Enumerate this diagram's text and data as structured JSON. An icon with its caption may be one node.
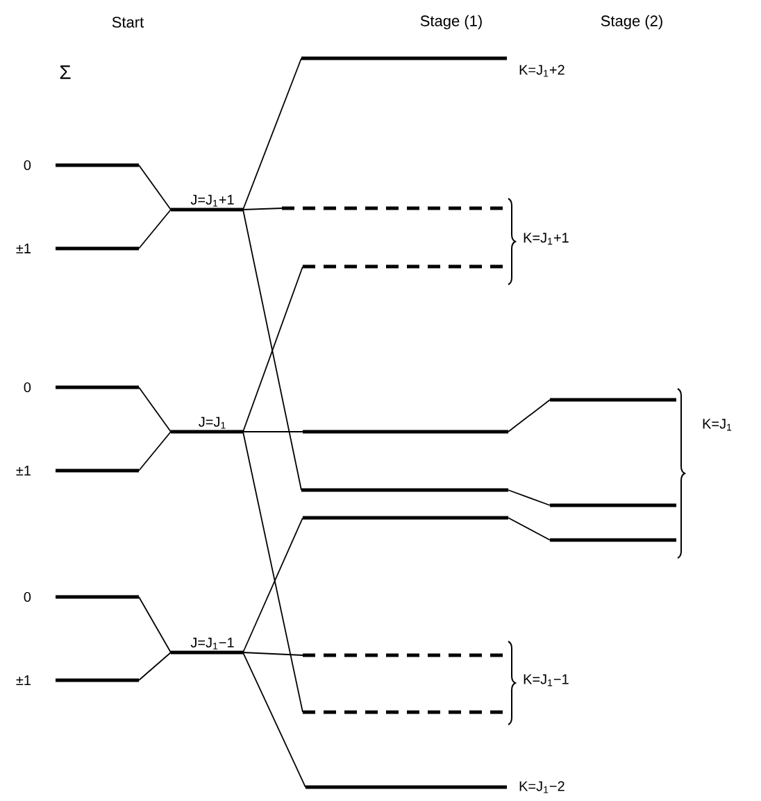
{
  "diagram": {
    "nodes": [
      {
        "text": [],
        "shape": "bar",
        "beside": [
          "0"
        ]
      },
      {
        "text": [],
        "shape": "bar",
        "beside": [
          "±1"
        ]
      },
      {
        "text": [],
        "shape": "bar",
        "beside": [
          "0"
        ]
      },
      {
        "text": [],
        "shape": "bar",
        "beside": [
          "±1"
        ]
      },
      {
        "text": [],
        "shape": "bar",
        "beside": [
          "0"
        ]
      },
      {
        "text": [],
        "shape": "bar",
        "beside": [
          "±1"
        ]
      },
      {
        "text": [],
        "shape": "bar",
        "beside": [
          "J=J$_{1}$+1"
        ]
      },
      {
        "text": [],
        "shape": "bar",
        "beside": [
          "J=J$_{1}$"
        ]
      },
      {
        "text": [],
        "shape": "bar",
        "beside": [
          "J=J$_{1}$−1"
        ]
      },
      {
        "text": [],
        "shape": "bar",
        "beside": [
          "K=J$_{1}$+2"
        ]
      },
      {
        "text": [],
        "shape": "bar"
      },
      {
        "text": [],
        "shape": "bar"
      },
      {
        "text": [],
        "shape": "bar"
      },
      {
        "text": [],
        "shape": "bar"
      },
      {
        "text": [],
        "shape": "bar"
      },
      {
        "text": [],
        "shape": "bar"
      },
      {
        "text": [],
        "shape": "bar"
      },
      {
        "text": [],
        "shape": "bar",
        "beside": [
          "K=J$_{1}$−2"
        ]
      },
      {
        "text": [],
        "shape": "bar"
      },
      {
        "text": [],
        "shape": "bar"
      },
      {
        "text": [],
        "shape": "bar"
      }
    ],
    "edges": [
      {
        "from": 0,
        "to": 6,
        "arrow": "none"
      },
      {
        "from": 1,
        "to": 6,
        "arrow": "none"
      },
      {
        "from": 2,
        "to": 7,
        "arrow": "none"
      },
      {
        "from": 3,
        "to": 7,
        "arrow": "none"
      },
      {
        "from": 4,
        "to": 8,
        "arrow": "none"
      },
      {
        "from": 5,
        "to": 8,
        "arrow": "none"
      },
      {
        "from": 6,
        "to": 9,
        "arrow": "none"
      },
      {
        "from": 6,
        "to": 10,
        "arrow": "none"
      },
      {
        "from": 6,
        "to": 13,
        "arrow": "none"
      },
      {
        "from": 7,
        "to": 11,
        "arrow": "none"
      },
      {
        "from": 7,
        "to": 12,
        "arrow": "none"
      },
      {
        "from": 7,
        "to": 16,
        "arrow": "none"
      },
      {
        "from": 8,
        "to": 14,
        "arrow": "none"
      },
      {
        "from": 8,
        "to": 15,
        "arrow": "none"
      },
      {
        "from": 8,
        "to": 17,
        "arrow": "none"
      },
      {
        "from": 12,
        "to": 18,
        "arrow": "none"
      },
      {
        "from": 13,
        "to": 19,
        "arrow": "none"
      },
      {
        "from": 14,
        "to": 20,
        "arrow": "none"
      }
    ],
    "labels": [
      "Start",
      "Stage (1)",
      "Stage (2)",
      "Σ",
      "K=J$_{1}$+1",
      "K=J$_{1}$",
      "K=J$_{1}$−1"
    ]
  }
}
